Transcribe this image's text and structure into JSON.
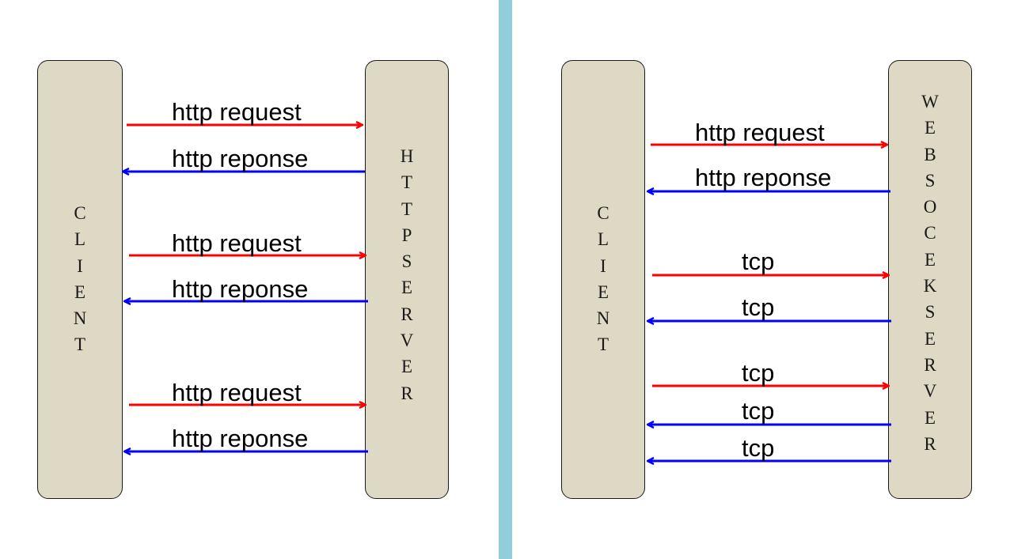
{
  "left_diagram": {
    "client_label": "CLIENT",
    "server_label": "HTTPSERVER",
    "messages": [
      "http request",
      "http reponse",
      "http request",
      "http reponse",
      "http request",
      "http reponse"
    ]
  },
  "right_diagram": {
    "client_label": "CLIENT",
    "server_label": "WEBSOCEKSERVER",
    "messages": [
      "http request",
      "http reponse",
      "tcp",
      "tcp",
      "tcp",
      "tcp",
      "tcp"
    ]
  },
  "colors": {
    "request": "#ff0000",
    "response": "#0000ff",
    "box_fill": "#ddd9c4",
    "divider": "#92cddc"
  }
}
